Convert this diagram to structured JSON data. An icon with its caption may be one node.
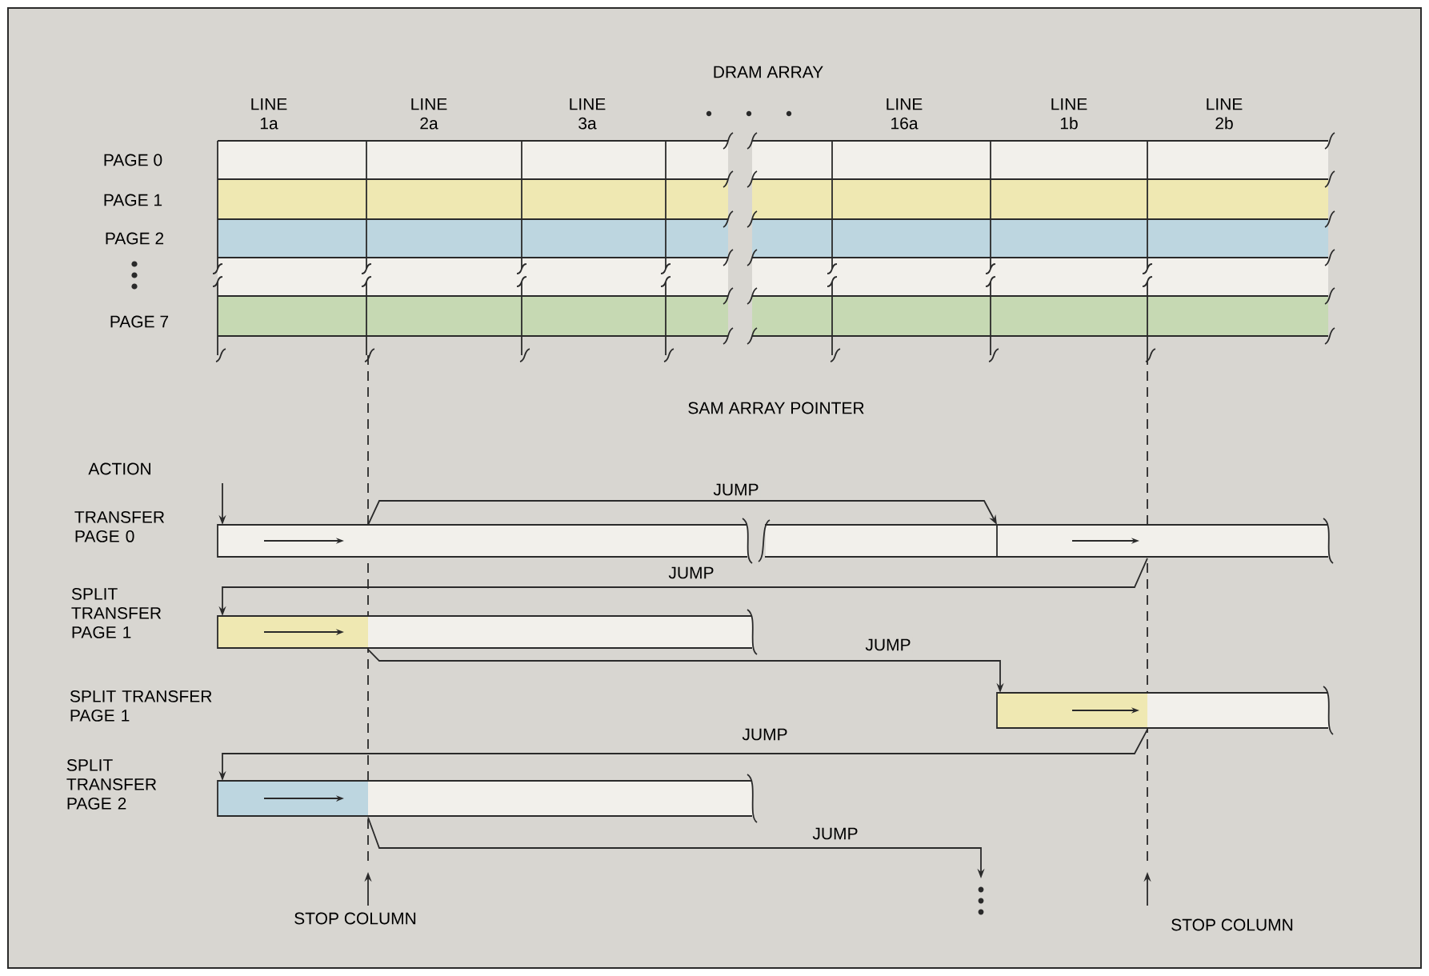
{
  "diagram": {
    "nodes": [
      {
        "text": [],
        "shape": "bar"
      },
      {
        "text": [],
        "shape": "bar"
      },
      {
        "text": [],
        "shape": "bar"
      },
      {
        "text": [],
        "shape": "bar"
      },
      {
        "text": [],
        "shape": "bar"
      }
    ],
    "edges": [
      {
        "from": null,
        "to": 0,
        "arrow": "to"
      },
      {
        "from": 0,
        "to": 1,
        "arrow": "to",
        "label": "JUMP"
      },
      {
        "from": 1,
        "to": 2,
        "arrow": "to",
        "label": "JUMP"
      },
      {
        "from": 2,
        "to": 3,
        "arrow": "to",
        "label": "JUMP"
      },
      {
        "from": 3,
        "to": 4,
        "arrow": "to",
        "label": "JUMP"
      },
      {
        "from": 4,
        "to": null,
        "arrow": "to",
        "label": "JUMP"
      }
    ],
    "labels": [
      "DRAM ARRAY",
      "LINE 1a",
      "LINE 2a",
      "LINE 3a",
      "LINE 16a",
      "LINE 1b",
      "LINE 2b",
      "PAGE 0",
      "PAGE 1",
      "PAGE 2",
      "PAGE 7",
      "SAM ARRAY POINTER",
      "ACTION",
      "TRANSFER PAGE 0",
      "SPLIT TRANSFER PAGE 1",
      "SPLIT TRANSFER PAGE 1",
      "SPLIT TRANSFER PAGE 2",
      "STOP COLUMN",
      "STOP COLUMN"
    ]
  }
}
